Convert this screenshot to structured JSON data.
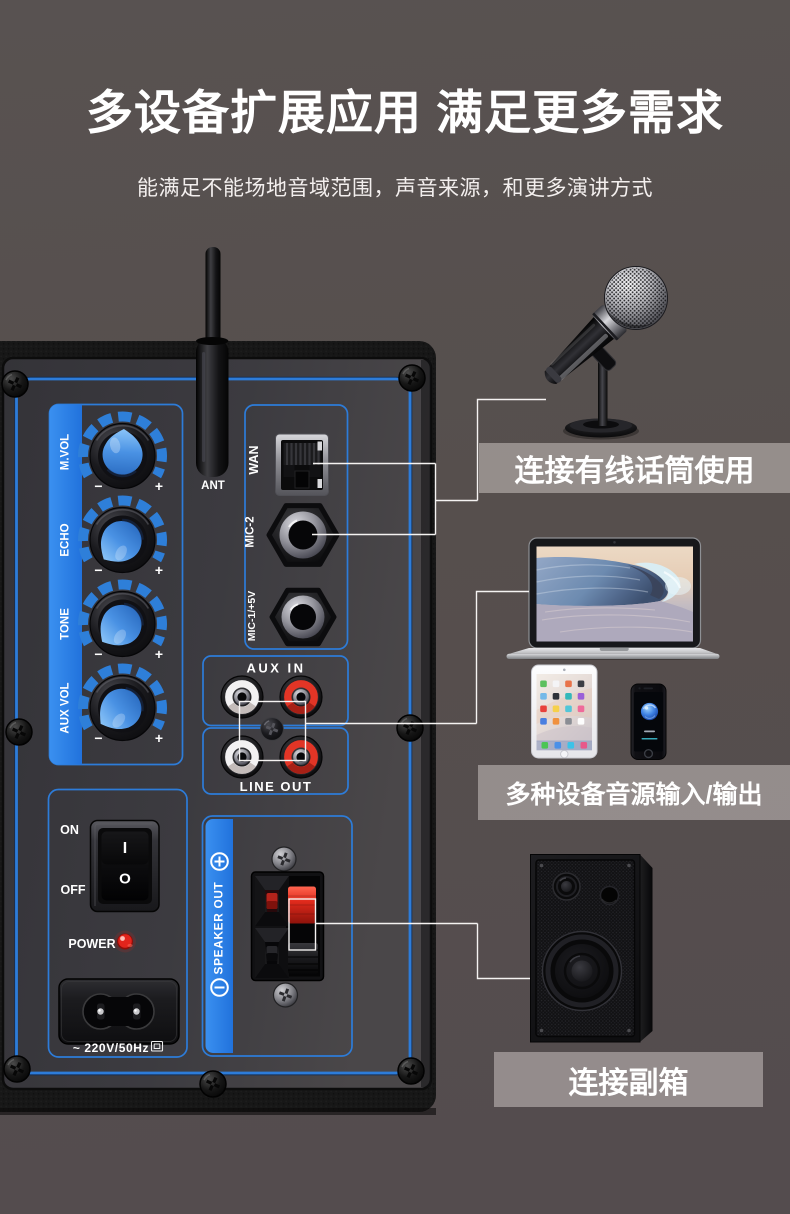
{
  "page": {
    "title": "多设备扩展应用 满足更多需求",
    "subtitle": "能满足不能场地音域范围，声音来源，和更多演讲方式"
  },
  "callouts": [
    {
      "label": "连接有线话筒使用"
    },
    {
      "label": "多种设备音源输入/输出"
    },
    {
      "label": "连接副箱"
    }
  ],
  "panel": {
    "knobs": [
      {
        "label": "M.VOL"
      },
      {
        "label": "ECHO"
      },
      {
        "label": "TONE"
      },
      {
        "label": "AUX VOL"
      }
    ],
    "knob_min": "−",
    "knob_max": "+",
    "ant": "ANT",
    "wan": "WAN",
    "mic2": "MIC-2",
    "mic1": "MIC-1/+5V",
    "aux_in": "AUX IN",
    "line_out": "LINE OUT",
    "switch_on": "ON",
    "switch_off": "OFF",
    "switch_i": "I",
    "switch_o": "O",
    "power": "POWER",
    "voltage": "~ 220V/50Hz",
    "speaker_out": "SPEAKER OUT"
  },
  "icons": {
    "microphone": "wired-microphone-on-stand",
    "laptop": "laptop-with-ocean-wave-wallpaper",
    "tablet": "tablet-with-app-grid",
    "phone": "smartphone-with-blue-logo",
    "speaker": "passive-secondary-speaker-box",
    "speaker_out_plus": "plus-in-circle",
    "speaker_out_minus": "minus-in-circle",
    "class2": "double-insulation-squares"
  },
  "colors": {
    "background": "#56504e",
    "accent_blue": "#2d7cd9",
    "band_blue": "#2a82e8",
    "knob_cap_blue": "#4d9ae6",
    "callout_overlay": "rgba(253,244,243,0.38)",
    "led_red": "#e3241c",
    "terminal_red": "#e02a1c",
    "connector_line": "#f5f3f2",
    "text_white": "#ffffff"
  }
}
